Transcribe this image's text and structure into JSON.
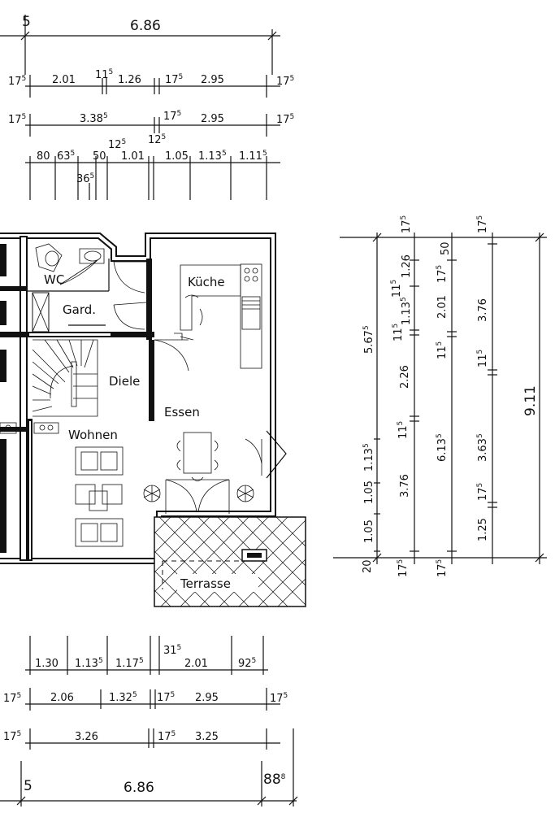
{
  "rooms": {
    "wc": "WC",
    "gard": "Gard.",
    "kueche": "Küche",
    "diele": "Diele",
    "essen": "Essen",
    "wohnen": "Wohnen",
    "terrasse": "Terrasse"
  },
  "dims_top": {
    "r1_total": "6.86",
    "r1_left": "5",
    "r2": [
      {
        "v": "17",
        "s": "5"
      },
      {
        "v": "2.01",
        "s": ""
      },
      {
        "v": "11",
        "s": "5"
      },
      {
        "v": "1.26",
        "s": ""
      },
      {
        "v": "17",
        "s": "5"
      },
      {
        "v": "2.95",
        "s": ""
      },
      {
        "v": "17",
        "s": "5"
      }
    ],
    "r3": [
      {
        "v": "17",
        "s": "5"
      },
      {
        "v": "3.38",
        "s": "5"
      },
      {
        "v": "17",
        "s": "5"
      },
      {
        "v": "2.95",
        "s": ""
      },
      {
        "v": "17",
        "s": "5"
      }
    ],
    "r4": [
      {
        "v": "80",
        "s": ""
      },
      {
        "v": "63",
        "s": "5"
      },
      {
        "v": "50",
        "s": ""
      },
      {
        "v": "12",
        "s": "5"
      },
      {
        "v": "1.01",
        "s": ""
      },
      {
        "v": "12",
        "s": "5"
      },
      {
        "v": "1.05",
        "s": ""
      },
      {
        "v": "1.13",
        "s": "5"
      },
      {
        "v": "1.11",
        "s": "5"
      }
    ],
    "r4_below": {
      "v": "36",
      "s": "5"
    }
  },
  "dims_bottom": {
    "r1": [
      {
        "v": "1.30",
        "s": ""
      },
      {
        "v": "1.13",
        "s": "5"
      },
      {
        "v": "1.17",
        "s": "5"
      },
      {
        "v": "31",
        "s": "5"
      },
      {
        "v": "2.01",
        "s": ""
      },
      {
        "v": "92",
        "s": "5"
      }
    ],
    "r2": [
      {
        "v": "17",
        "s": "5"
      },
      {
        "v": "2.06",
        "s": ""
      },
      {
        "v": "1.32",
        "s": "5"
      },
      {
        "v": "17",
        "s": "5"
      },
      {
        "v": "2.95",
        "s": ""
      },
      {
        "v": "17",
        "s": "5"
      }
    ],
    "r3": [
      {
        "v": "17",
        "s": "5"
      },
      {
        "v": "3.26",
        "s": ""
      },
      {
        "v": "17",
        "s": "5"
      },
      {
        "v": "3.25",
        "s": ""
      }
    ],
    "r4_left": "5",
    "r4_total": "6.86",
    "r4_right": {
      "v": "88",
      "s": "8"
    }
  },
  "dims_right": {
    "c1": [
      {
        "v": "20",
        "s": ""
      },
      {
        "v": "1.05",
        "s": ""
      },
      {
        "v": "1.05",
        "s": ""
      },
      {
        "v": "1.13",
        "s": "5"
      },
      {
        "v": "5.67",
        "s": "5"
      }
    ],
    "c2": [
      {
        "v": "17",
        "s": "5"
      },
      {
        "v": "3.76",
        "s": ""
      },
      {
        "v": "11",
        "s": "5"
      },
      {
        "v": "2.26",
        "s": ""
      },
      {
        "v": "11",
        "s": "5"
      },
      {
        "v": "1.13",
        "s": "5"
      },
      {
        "v": "11",
        "s": "5"
      },
      {
        "v": "1.26",
        "s": ""
      },
      {
        "v": "17",
        "s": "5"
      }
    ],
    "c3": [
      {
        "v": "17",
        "s": "5"
      },
      {
        "v": "6.13",
        "s": "5"
      },
      {
        "v": "11",
        "s": "5"
      },
      {
        "v": "2.01",
        "s": ""
      },
      {
        "v": "17",
        "s": "5"
      },
      {
        "v": "50",
        "s": ""
      }
    ],
    "c4": [
      {
        "v": "1.25",
        "s": ""
      },
      {
        "v": "17",
        "s": "5"
      },
      {
        "v": "3.63",
        "s": "5"
      },
      {
        "v": "11",
        "s": "5"
      },
      {
        "v": "3.76",
        "s": ""
      },
      {
        "v": "17",
        "s": "5"
      }
    ],
    "c5": "9.11"
  }
}
